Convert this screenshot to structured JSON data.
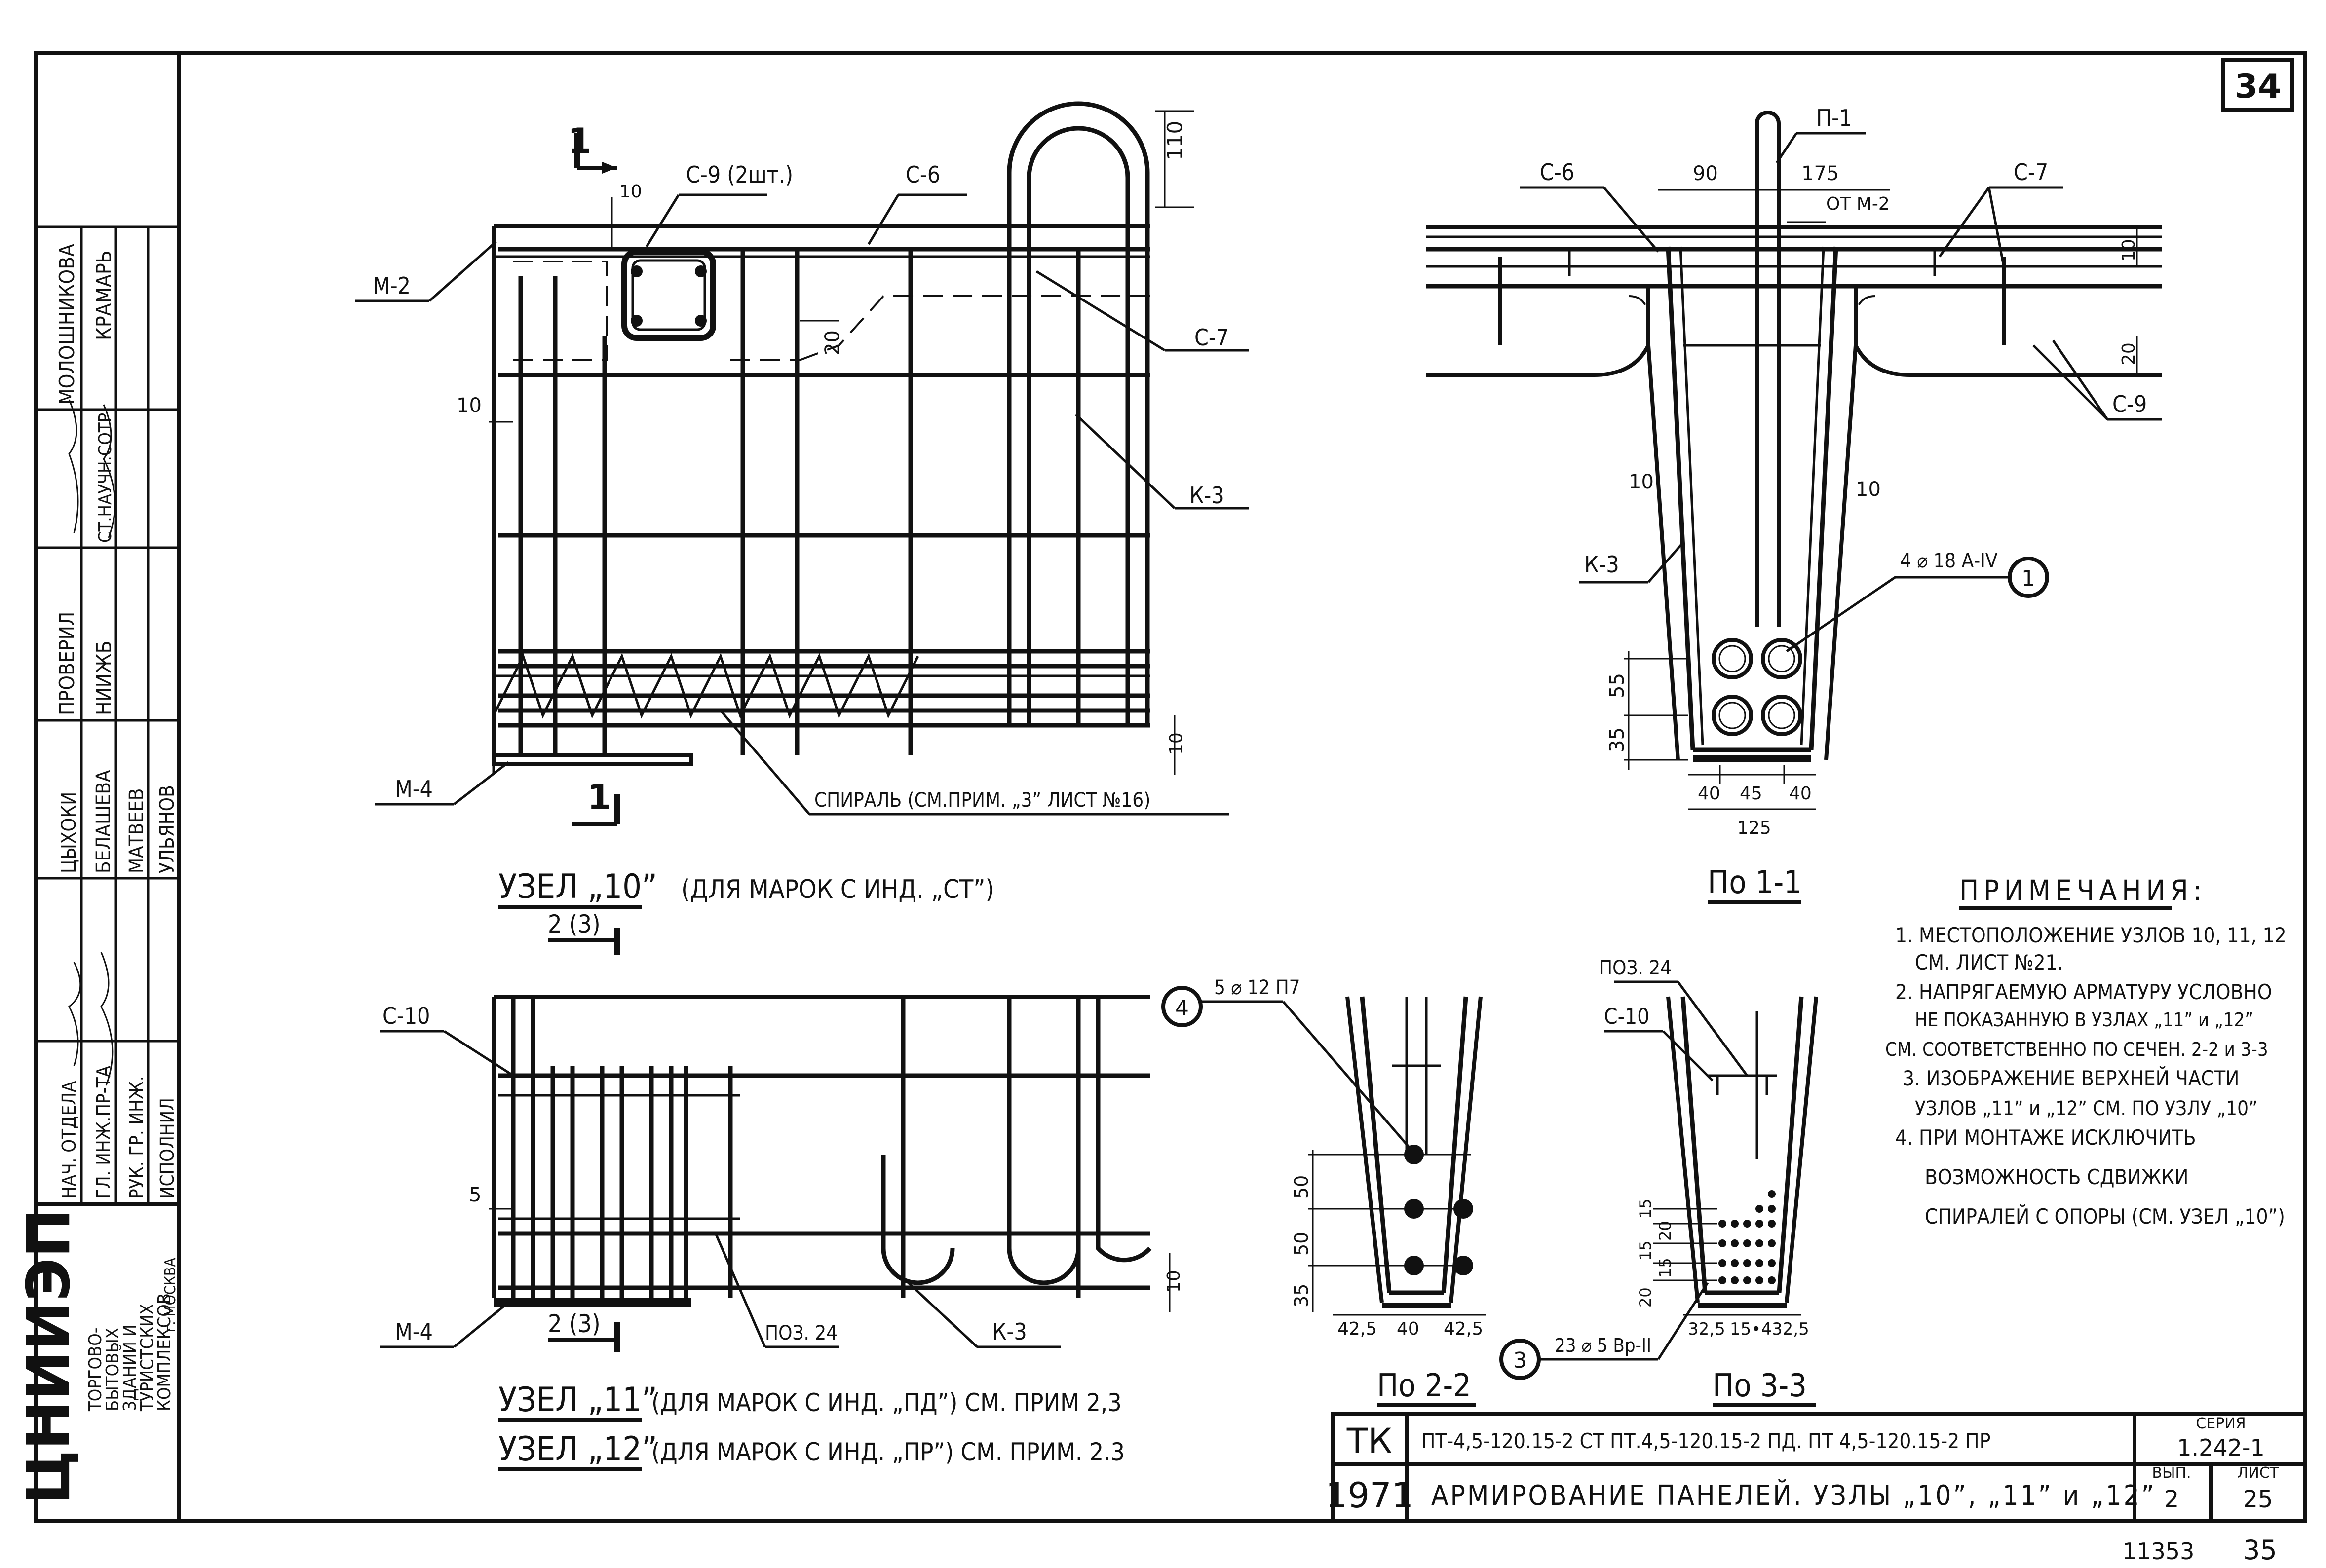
{
  "sheet": {
    "number": "34",
    "bottom_marks": [
      "11353",
      "35"
    ]
  },
  "left_stamp": {
    "org": "ЦНИИЭП",
    "org_sub": [
      "ТОРГОВО-",
      "БЫТОВЫХ",
      "ЗДАНИЙ И",
      "ТУРИСТСКИХ",
      "КОМПЛЕКСОВ",
      "г. МОСКВА"
    ],
    "roles": [
      "НАЧ. ОТДЕЛА",
      "ГЛ. ИНЖ.ПР-ТА",
      "РУК. ГР. ИНЖ.",
      "ИСПОЛНИЛ"
    ],
    "names": [
      "ЦЫХОКИ",
      "БЕЛАШЕВА",
      "МАТВЕЕВ",
      "УЛЬЯНОВ"
    ],
    "check": [
      "ПРОВЕРИЛ",
      "НИИЖБ",
      "СТ.НАУЧН.СОТР",
      "МОЛОШНИКОВА",
      "КРАМАРЬ"
    ]
  },
  "node10": {
    "title": "УЗЕЛ „10”",
    "subtitle": "(ДЛЯ МАРОК С ИНД. „СТ”)",
    "labels": {
      "m2": "М-2",
      "c9": "С-9 (2шт.)",
      "c6": "С-6",
      "c7": "С-7",
      "k3": "К-3",
      "m4": "М-4",
      "spiral": "СПИРАЛЬ (СМ.ПРИМ. „3” ЛИСТ №16)"
    },
    "section_mark": "1",
    "dims": {
      "d110": "110",
      "d10a": "10",
      "d20": "20",
      "d10b": "10",
      "d10c": "10"
    }
  },
  "section11": {
    "title": "По 1-1",
    "labels": {
      "p1": "П-1",
      "c6": "С-6",
      "c7": "С-7",
      "ot_m2": "ОТ М-2",
      "c9": "С-9",
      "k3": "К-3",
      "rebar": "4 ⌀ 18 А-IV",
      "pos": "1"
    },
    "dims": {
      "d90": "90",
      "d175": "175",
      "d10a": "10",
      "d20": "20",
      "d10l": "10",
      "d10r": "10",
      "d55": "55",
      "d35": "35",
      "d40a": "40",
      "d45": "45",
      "d40b": "40",
      "d125": "125"
    }
  },
  "notes": {
    "title": "ПРИМЕЧАНИЯ:",
    "lines": [
      "1. МЕСТОПОЛОЖЕНИЕ УЗЛОВ 10, 11, 12",
      "СМ. ЛИСТ №21.",
      "2. НАПРЯГАЕМУЮ АРМАТУРУ УСЛОВНО",
      "НЕ ПОКАЗАННУЮ В УЗЛАХ „11” и „12”",
      "СМ. СООТВЕТСТВЕННО ПО СЕЧЕН. 2-2 и 3-3",
      "3. ИЗОБРАЖЕНИЕ ВЕРХНЕЙ ЧАСТИ",
      "УЗЛОВ „11” и „12” СМ. ПО УЗЛУ „10”",
      "4. ПРИ МОНТАЖЕ ИСКЛЮЧИТЬ",
      "ВОЗМОЖНОСТЬ СДВИЖКИ",
      "СПИРАЛЕЙ С ОПОРЫ (СМ. УЗЕЛ „10”)"
    ]
  },
  "node11": {
    "title11": "УЗЕЛ „11”",
    "sub11": "(ДЛЯ МАРОК С ИНД. „ПД”) СМ. ПРИМ 2,3",
    "title12": "УЗЕЛ „12”",
    "sub12": "(ДЛЯ МАРОК С ИНД. „ПР”) СМ. ПРИМ. 2.3",
    "labels": {
      "c10": "С-10",
      "m4": "М-4",
      "poz24": "ПОЗ. 24",
      "k3": "К-3",
      "mark23": "2 (3)"
    },
    "dims": {
      "d5": "5",
      "d10": "10"
    }
  },
  "section22": {
    "title": "По 2-2",
    "labels": {
      "rebar": "5 ⌀ 12 П7",
      "pos": "4"
    },
    "dims": {
      "d50a": "50",
      "d50b": "50",
      "d35": "35",
      "d425a": "42,5",
      "d40": "40",
      "d425b": "42,5"
    }
  },
  "section33": {
    "title": "По 3-3",
    "labels": {
      "poz24": "ПОЗ. 24",
      "c10": "С-10",
      "rebar": "23 ⌀ 5 Вр-II",
      "pos": "3"
    },
    "dims": {
      "d15a": "15",
      "d20a": "20",
      "d15b": "15",
      "d15c": "15",
      "d20b": "20",
      "d325a": "32,5",
      "d15x4": "15•4",
      "d325b": "32,5"
    }
  },
  "title_block": {
    "tk": "ТК",
    "year": "1971",
    "codes": "ПТ-4,5-120.15-2 СТ  ПТ.4,5-120.15-2 ПД.  ПТ 4,5-120.15-2 ПР",
    "title": "АРМИРОВАНИЕ ПАНЕЛЕЙ. УЗЛЫ „10”, „11” и „12”",
    "seria_label": "СЕРИЯ",
    "seria": "1.242-1",
    "vyp_label": "ВЫП.",
    "vyp": "2",
    "list_label": "ЛИСТ",
    "list": "25"
  }
}
